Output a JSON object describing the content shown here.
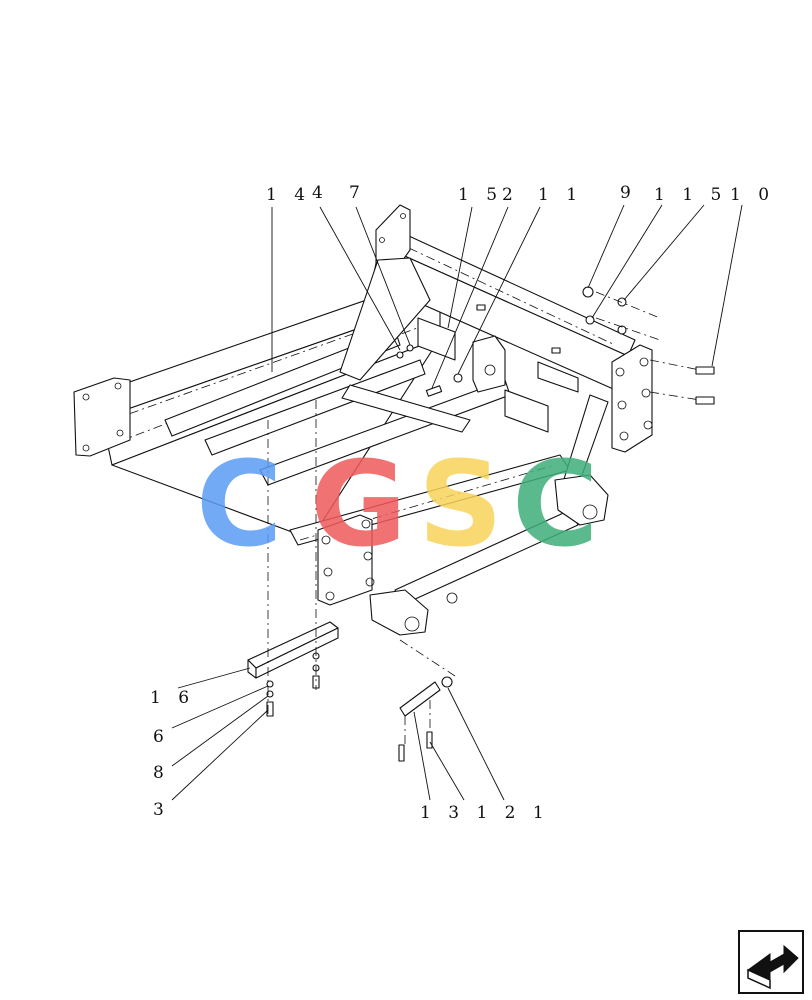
{
  "callouts": [
    {
      "id": "14",
      "text": "1 4"
    },
    {
      "id": "4",
      "text": "4"
    },
    {
      "id": "7",
      "text": "7"
    },
    {
      "id": "15",
      "text": "1 5"
    },
    {
      "id": "2",
      "text": "2"
    },
    {
      "id": "11",
      "text": "1 1"
    },
    {
      "id": "9",
      "text": "9"
    },
    {
      "id": "115",
      "text": "1 1 5"
    },
    {
      "id": "10",
      "text": "1 0"
    },
    {
      "id": "16",
      "text": "1 6"
    },
    {
      "id": "6",
      "text": "6"
    },
    {
      "id": "8",
      "text": "8"
    },
    {
      "id": "3",
      "text": "3"
    },
    {
      "id": "13121",
      "text": "1 3 1 2 1"
    }
  ],
  "watermark": {
    "letters": [
      "C",
      "G",
      "S",
      "C"
    ],
    "colors": [
      "#5b9cf5",
      "#ef5a5a",
      "#f7d35a",
      "#3fae7a"
    ]
  },
  "nav_icon": "next-page-arrow-icon"
}
